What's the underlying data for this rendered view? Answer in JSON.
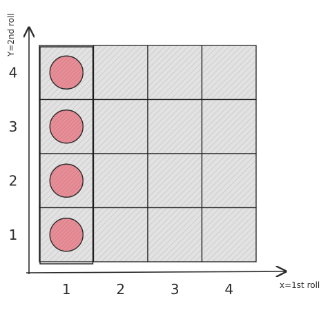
{
  "diagram": {
    "x_axis": {
      "label": "x=1st roll",
      "ticks": [
        "1",
        "2",
        "3",
        "4"
      ]
    },
    "y_axis": {
      "label": "Y=2nd roll",
      "ticks": [
        "1",
        "2",
        "3",
        "4"
      ]
    },
    "grid": {
      "columns": 4,
      "rows": 4,
      "cell_fill": "#e2e2e2",
      "hatch_color": "#c9c9c9",
      "line_color": "#1f1f1f"
    },
    "markers": {
      "color": "#e58f98",
      "stroke": "#2b2b2b",
      "cells": [
        {
          "x": 1,
          "y": 1
        },
        {
          "x": 1,
          "y": 2
        },
        {
          "x": 1,
          "y": 3
        },
        {
          "x": 1,
          "y": 4
        }
      ]
    }
  }
}
